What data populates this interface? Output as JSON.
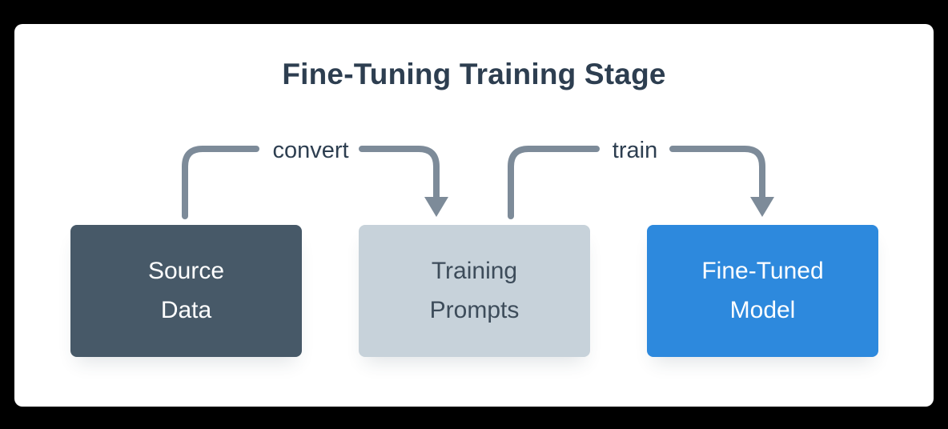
{
  "title": "Fine-Tuning Training Stage",
  "nodes": [
    {
      "id": "source-data",
      "label": "Source\nData"
    },
    {
      "id": "training-prompts",
      "label": "Training\nPrompts"
    },
    {
      "id": "fine-tuned-model",
      "label": "Fine-Tuned\nModel"
    }
  ],
  "edges": [
    {
      "id": "convert",
      "label": "convert",
      "from": "Source Data",
      "to": "Training Prompts"
    },
    {
      "id": "train",
      "label": "train",
      "from": "Training Prompts",
      "to": "Fine-Tuned Model"
    }
  ],
  "colors": {
    "page_bg": "#000000",
    "canvas_bg": "#ffffff",
    "title_text": "#2d3e50",
    "arrow": "#7d8b99",
    "node1_bg": "#475968",
    "node1_text": "#ffffff",
    "node2_bg": "#c7d2da",
    "node2_text": "#3d4c5a",
    "node3_bg": "#2d89dd",
    "node3_text": "#ffffff"
  }
}
